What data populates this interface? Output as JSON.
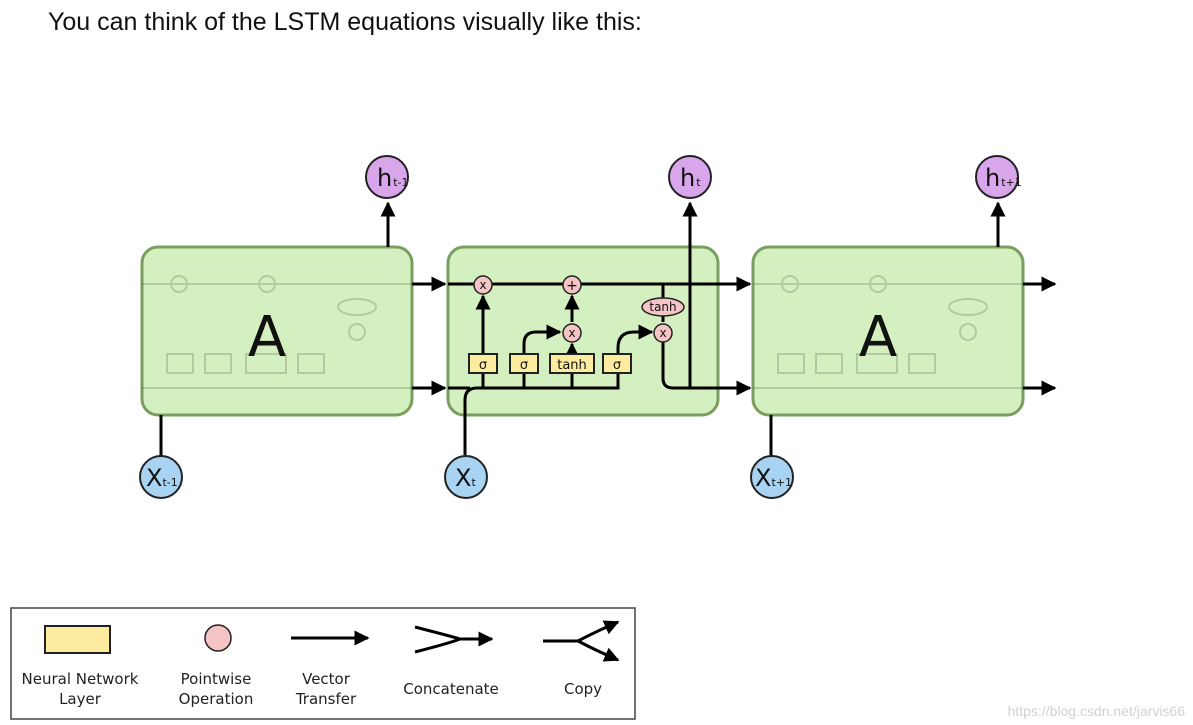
{
  "heading": "You can think of the LSTM equations visually like this:",
  "cells": [
    {
      "label": "A",
      "h_base": "h",
      "h_sub": "t-1",
      "x_base": "X",
      "x_sub": "t-1"
    },
    {
      "label": "",
      "h_base": "h",
      "h_sub": "t",
      "x_base": "X",
      "x_sub": "t"
    },
    {
      "label": "A",
      "h_base": "h",
      "h_sub": "t+1",
      "x_base": "X",
      "x_sub": "t+1"
    }
  ],
  "layers": [
    "σ",
    "σ",
    "tanh",
    "σ"
  ],
  "ops": {
    "multiply": "x",
    "add": "+",
    "tanh": "tanh"
  },
  "legend": [
    {
      "symbol": "neural-network-layer",
      "line1": "Neural Network",
      "line2": "Layer"
    },
    {
      "symbol": "pointwise-operation",
      "line1": "Pointwise",
      "line2": "Operation"
    },
    {
      "symbol": "vector-transfer",
      "line1": "Vector",
      "line2": "Transfer"
    },
    {
      "symbol": "concatenate",
      "line1": "Concatenate",
      "line2": ""
    },
    {
      "symbol": "copy",
      "line1": "Copy",
      "line2": ""
    }
  ],
  "watermark": "https://blog.csdn.net/jarvis66",
  "colors": {
    "cell_fill": "#d4f0c0",
    "cell_stroke": "#7a9e5e",
    "layer_fill": "#fbeca0",
    "layer_stroke": "#222222",
    "op_fill": "#f5c4c4",
    "h_fill": "#d9a6ec",
    "x_fill": "#a9d3f2"
  }
}
